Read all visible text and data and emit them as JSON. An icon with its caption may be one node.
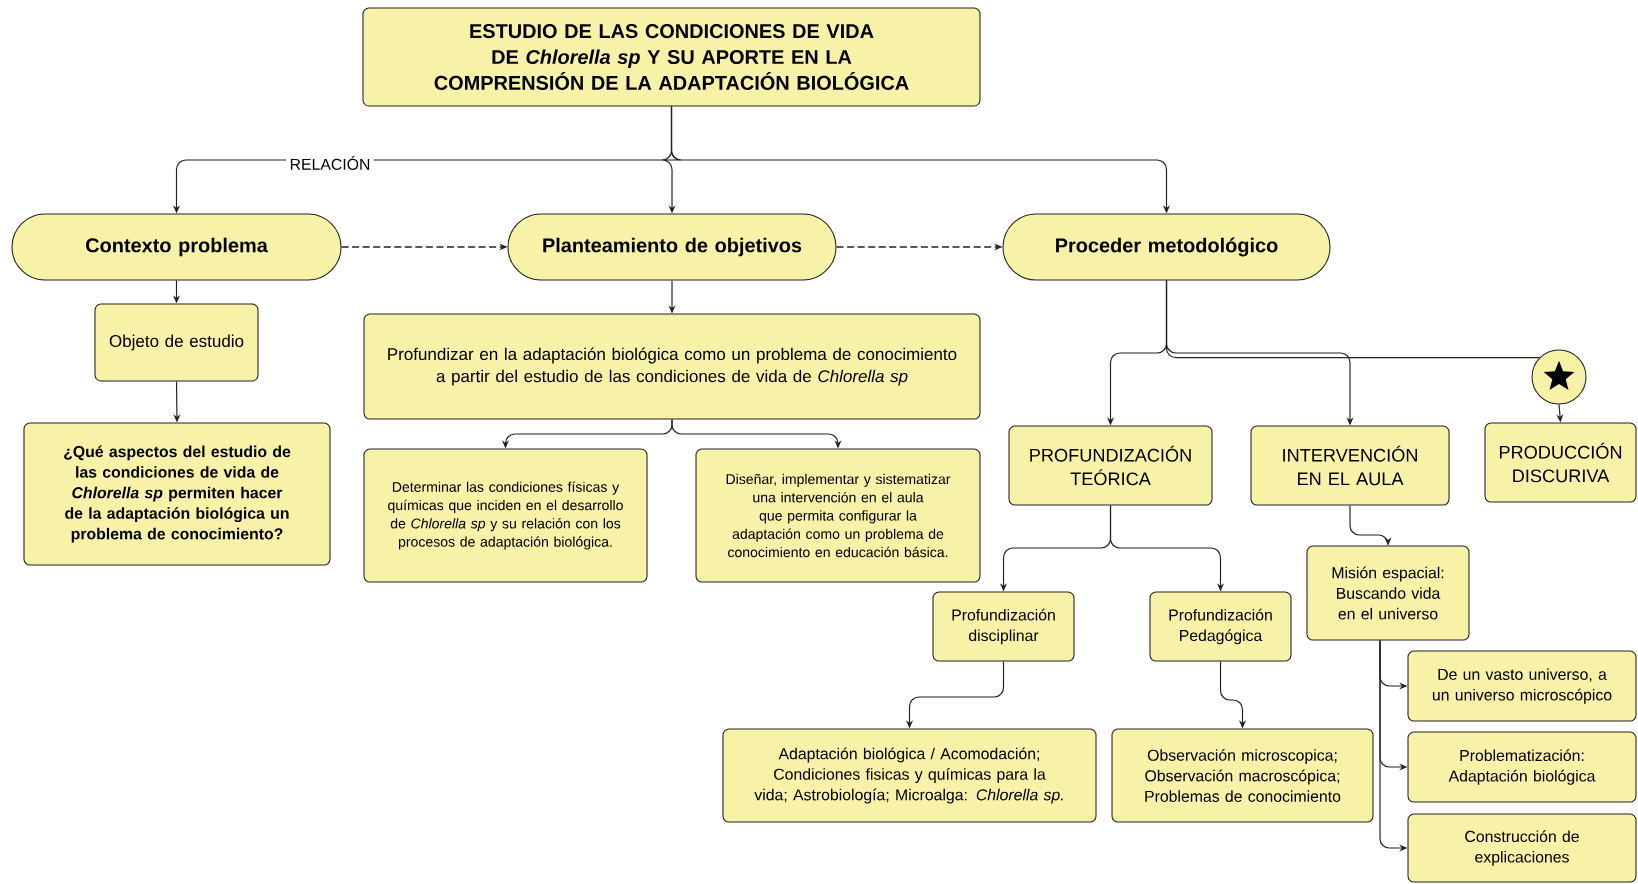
{
  "diagram": {
    "nodes": [
      {
        "text": [
          "ESTUDIO DE LAS CONDICIONES DE VIDA DE *Chlorella sp* Y SU APORTE EN LA COMPRENSIÓN DE LA ADAPTACIÓN BIOLÓGICA"
        ]
      },
      {
        "text": [
          "Contexto problema"
        ]
      },
      {
        "text": [
          "Planteamiento de objetivos"
        ]
      },
      {
        "text": [
          "Proceder metodológico"
        ]
      },
      {
        "text": [
          "Objeto de estudio"
        ]
      },
      {
        "text": [
          "¿Qué aspectos del estudio de las condiciones de vida de *Chlorella sp* permiten hacer de la adaptación biológica un problema de conocimiento?"
        ]
      },
      {
        "text": [
          "Profundizar en la adaptación biológica como un problema de conocimiento a partir del estudio de las condiciones de vida de *Chlorella sp*"
        ]
      },
      {
        "text": [
          "Determinar las condiciones físicas y químicas que inciden en el desarrollo de *Chlorella sp* y su relación con los procesos de adaptación biológica."
        ]
      },
      {
        "text": [
          "Diseñar, implementar y sistematizar una intervención en el aula que permita configurar la adaptación como un problema de conocimiento en educación básica."
        ]
      },
      {
        "text": [
          "PROFUNDIZACIÓN TEÓRICA"
        ]
      },
      {
        "text": [
          "INTERVENCIÓN EN EL AULA"
        ]
      },
      {
        "text": [],
        "shape": "circle"
      },
      {
        "text": [
          "PRODUCCIÓN DISCURIVA"
        ]
      },
      {
        "text": [
          "Profundización disciplinar"
        ]
      },
      {
        "text": [
          "Profundización Pedagógica"
        ]
      },
      {
        "text": [
          "Misión espacial: Buscando vida en el universo"
        ]
      },
      {
        "text": [
          "Adaptación biológica / Acomodación; Condiciones fisicas y químicas para la vida; Astrobiología; Microalga: *Chlorella sp.*"
        ]
      },
      {
        "text": [
          "Observación microscopica; Observación macroscópica; Problemas de conocimiento"
        ]
      },
      {
        "text": [
          "De un vasto universo, a un universo microscópico"
        ]
      },
      {
        "text": [
          "Problematización: Adaptación biológica"
        ]
      },
      {
        "text": [
          "Construcción de explicaciones"
        ]
      }
    ],
    "edges": [
      {
        "from": 0,
        "to": 1,
        "arrow": "to",
        "label": "RELACIÓN"
      },
      {
        "from": 0,
        "to": 2,
        "arrow": "to"
      },
      {
        "from": 0,
        "to": 3,
        "arrow": "to"
      },
      {
        "from": 1,
        "to": 2,
        "arrow": "to",
        "style": "dashed"
      },
      {
        "from": 2,
        "to": 3,
        "arrow": "to",
        "style": "dashed"
      },
      {
        "from": 1,
        "to": 4,
        "arrow": "to"
      },
      {
        "from": 4,
        "to": 5,
        "arrow": "to"
      },
      {
        "from": 2,
        "to": 6,
        "arrow": "to"
      },
      {
        "from": 6,
        "to": 7,
        "arrow": "to"
      },
      {
        "from": 6,
        "to": 8,
        "arrow": "to"
      },
      {
        "from": 3,
        "to": 9,
        "arrow": "to"
      },
      {
        "from": 3,
        "to": 10,
        "arrow": "to"
      },
      {
        "from": 3,
        "to": 11,
        "arrow": "none"
      },
      {
        "from": 11,
        "to": 12,
        "arrow": "to"
      },
      {
        "from": 9,
        "to": 13,
        "arrow": "to"
      },
      {
        "from": 9,
        "to": 14,
        "arrow": "to"
      },
      {
        "from": 13,
        "to": 16,
        "arrow": "to"
      },
      {
        "from": 14,
        "to": 17,
        "arrow": "to"
      },
      {
        "from": 10,
        "to": 15,
        "arrow": "to"
      },
      {
        "from": 15,
        "to": 18,
        "arrow": "to"
      },
      {
        "from": 15,
        "to": 19,
        "arrow": "to"
      },
      {
        "from": 15,
        "to": 20,
        "arrow": "to"
      }
    ]
  }
}
